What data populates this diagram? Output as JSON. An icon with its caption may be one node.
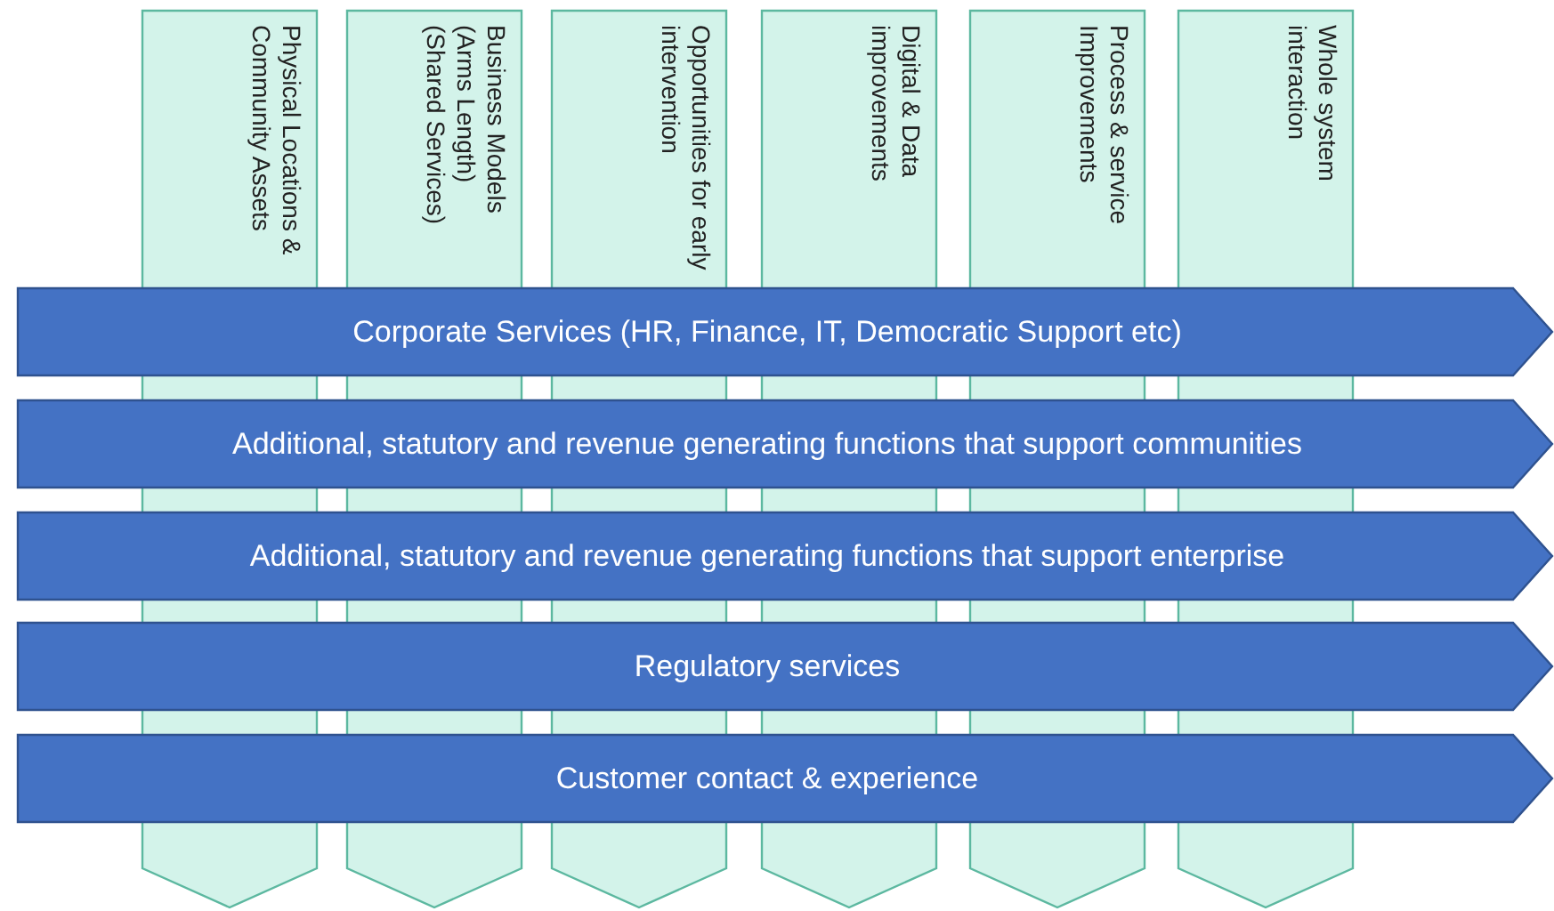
{
  "diagram": {
    "nodes": [
      {
        "text": [
          "Physical Locations & Community Assets"
        ]
      },
      {
        "text": [
          "Business Models (Arms Length) (Shared Services)"
        ]
      },
      {
        "text": [
          "Opportunities for early intervention"
        ]
      },
      {
        "text": [
          "Digital & Data improvements"
        ]
      },
      {
        "text": [
          "Process & service Improvements"
        ]
      },
      {
        "text": [
          "Whole system interaction"
        ]
      },
      {
        "text": [
          "Corporate Services (HR, Finance, IT, Democratic Support etc)"
        ]
      },
      {
        "text": [
          "Additional, statutory and revenue generating functions that support communities"
        ]
      },
      {
        "text": [
          "Additional, statutory and revenue generating functions that support enterprise"
        ]
      },
      {
        "text": [
          "Regulatory services"
        ]
      },
      {
        "text": [
          "Customer contact & experience"
        ]
      }
    ],
    "edges": []
  }
}
